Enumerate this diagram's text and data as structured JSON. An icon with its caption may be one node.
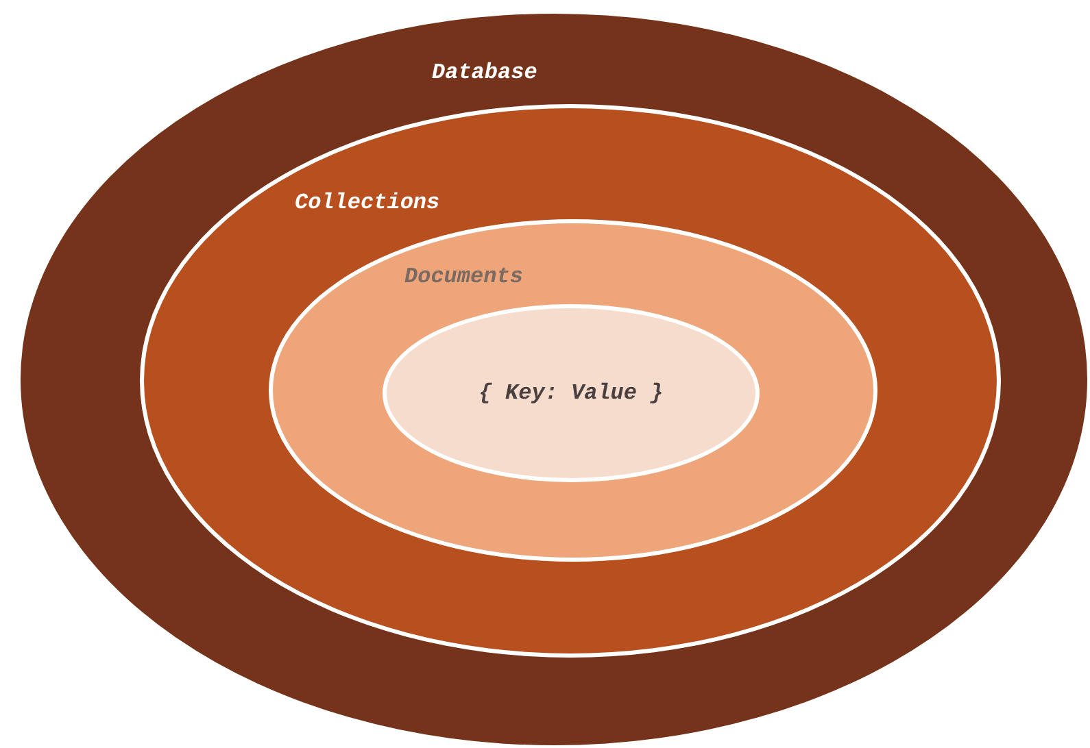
{
  "diagram": {
    "nodes": [
      {
        "text": [
          "Database"
        ]
      },
      {
        "text": [
          "Collections"
        ],
        "in": 0
      },
      {
        "text": [
          "Documents"
        ],
        "in": 1
      },
      {
        "text": [
          "{ Key: Value }"
        ],
        "in": 2
      }
    ]
  }
}
